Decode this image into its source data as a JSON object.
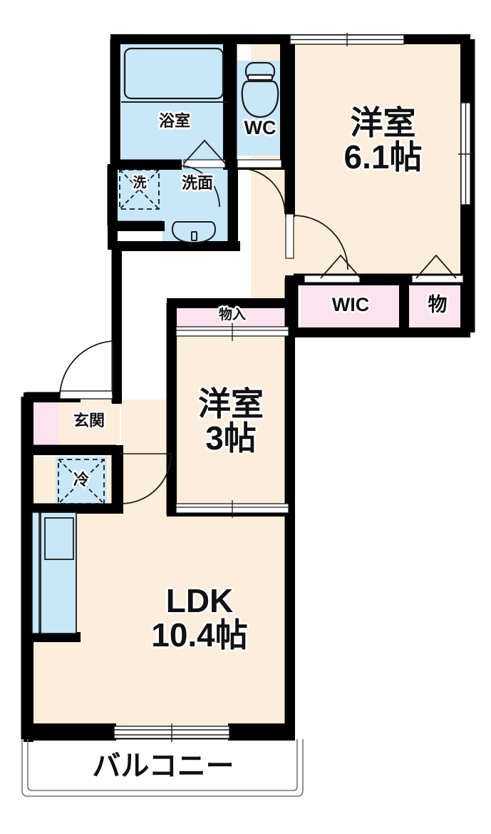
{
  "plan": {
    "title": "間取り図",
    "colors": {
      "wall": "#000000",
      "room_floor": "#fceedb",
      "wet_area": "#c8e7f8",
      "storage": "#fbe3ef",
      "balcony": "#ffffff",
      "line": "#1a1a1a",
      "text": "#111111"
    },
    "rooms": [
      {
        "id": "bath",
        "name": "浴室",
        "label": "浴室",
        "area": "",
        "type": "wet"
      },
      {
        "id": "wc",
        "name": "WC",
        "label": "WC",
        "area": "",
        "type": "wet"
      },
      {
        "id": "washer",
        "name": "洗濯機置場",
        "label": "洗",
        "area": "",
        "type": "wet"
      },
      {
        "id": "vanity",
        "name": "洗面",
        "label": "洗面",
        "area": "",
        "type": "wet"
      },
      {
        "id": "bedroom1",
        "name": "洋室",
        "label": "洋室",
        "area": "6.1帖",
        "type": "room"
      },
      {
        "id": "wic",
        "name": "WIC",
        "label": "WIC",
        "area": "",
        "type": "storage"
      },
      {
        "id": "storage",
        "name": "物",
        "label": "物",
        "area": "",
        "type": "storage"
      },
      {
        "id": "closet",
        "name": "物入",
        "label": "物入",
        "area": "",
        "type": "storage"
      },
      {
        "id": "bedroom2",
        "name": "洋室",
        "label": "洋室",
        "area": "3帖",
        "type": "room"
      },
      {
        "id": "entrance",
        "name": "玄関",
        "label": "玄関",
        "area": "",
        "type": "room"
      },
      {
        "id": "fridge",
        "name": "冷蔵庫置場",
        "label": "冷",
        "area": "",
        "type": "wet"
      },
      {
        "id": "ldk",
        "name": "LDK",
        "label": "LDK",
        "area": "10.4帖",
        "type": "room"
      },
      {
        "id": "balcony",
        "name": "バルコニー",
        "label": "バルコニー",
        "area": "",
        "type": "balcony"
      }
    ],
    "labels": {
      "bath": "浴室",
      "wc": "WC",
      "washer": "洗",
      "vanity": "洗面",
      "bedroom1_name": "洋室",
      "bedroom1_area": "6.1帖",
      "wic": "WIC",
      "storage": "物",
      "closet": "物入",
      "bedroom2_name": "洋室",
      "bedroom2_area": "3帖",
      "entrance": "玄関",
      "fridge": "冷",
      "ldk_name": "LDK",
      "ldk_area": "10.4帖",
      "balcony": "バルコニー"
    },
    "fixtures": [
      {
        "id": "bathtub",
        "name": "浴槽"
      },
      {
        "id": "toilet",
        "name": "洋式トイレ"
      },
      {
        "id": "sink",
        "name": "洗面台"
      },
      {
        "id": "kitchen",
        "name": "キッチン"
      },
      {
        "id": "washer-pan",
        "name": "洗濯パン"
      },
      {
        "id": "fridge-pad",
        "name": "冷蔵庫スペース"
      }
    ],
    "openings": [
      {
        "id": "window-bedroom1-north",
        "name": "洋室6.1帖 北側窓"
      },
      {
        "id": "window-bedroom1-east",
        "name": "洋室6.1帖 東側窓"
      },
      {
        "id": "window-ldk-south",
        "name": "LDK 南側掃き出し窓"
      },
      {
        "id": "door-entrance",
        "name": "玄関ドア"
      },
      {
        "id": "door-hall",
        "name": "廊下扉"
      },
      {
        "id": "door-bedroom1",
        "name": "洋室6.1帖 扉"
      },
      {
        "id": "door-bath",
        "name": "浴室扉"
      },
      {
        "id": "door-wc",
        "name": "WC扉"
      },
      {
        "id": "door-ldk-hall",
        "name": "LDK 廊下扉"
      },
      {
        "id": "sliding-bedroom2-north",
        "name": "洋室3帖 北側引戸"
      },
      {
        "id": "sliding-bedroom2-south",
        "name": "洋室3帖 南側引戸"
      },
      {
        "id": "folding-wic",
        "name": "WIC 折戸"
      },
      {
        "id": "folding-storage",
        "name": "物 折戸"
      }
    ]
  }
}
